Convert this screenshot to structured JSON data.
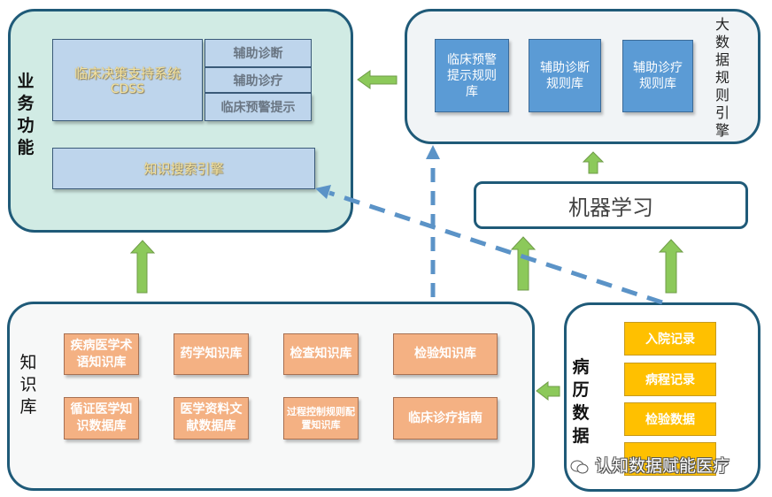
{
  "business": {
    "label": "业务功能",
    "label_chars": [
      "业",
      "务",
      "功",
      "能"
    ],
    "cdss": {
      "line1": "临床决策支持系统",
      "line2": "CDSS"
    },
    "cdss_functions": [
      "辅助诊断",
      "辅助诊疗",
      "临床预警提示"
    ],
    "search_engine": "知识搜索引擎"
  },
  "rules_engine": {
    "label_chars": [
      "大",
      "数",
      "据",
      "规",
      "则",
      "引",
      "擎"
    ],
    "label": "大数据规则引擎",
    "boxes": [
      {
        "lines": [
          "临床预警",
          "提示规则",
          "库"
        ]
      },
      {
        "lines": [
          "辅助诊断",
          "规则库"
        ]
      },
      {
        "lines": [
          "辅助诊疗",
          "规则库"
        ]
      }
    ]
  },
  "machine_learning": {
    "label": "机器学习"
  },
  "knowledge_base": {
    "label": "知识库",
    "label_chars": [
      "知",
      "识",
      "库"
    ],
    "items": [
      {
        "lines": [
          "疾病医学术",
          "语知识库"
        ]
      },
      {
        "lines": [
          "药学知识库"
        ]
      },
      {
        "lines": [
          "检查知识库"
        ]
      },
      {
        "lines": [
          "检验知识库"
        ]
      },
      {
        "lines": [
          "循证医学知",
          "识数据库"
        ]
      },
      {
        "lines": [
          "医学资料文",
          "献数据库"
        ]
      },
      {
        "lines": [
          "过程控制规则配",
          "置知识库"
        ]
      },
      {
        "lines": [
          "临床诊疗指南"
        ]
      }
    ]
  },
  "medical_records": {
    "label": "病历数据",
    "label_chars": [
      "病",
      "历",
      "数",
      "据"
    ],
    "items": [
      "入院记录",
      "病程记录",
      "检验数据",
      ""
    ]
  },
  "watermark": {
    "text": "认知数据赋能医疗"
  },
  "colors": {
    "panel_border": "#1f5a78",
    "business_bg": "#d1ebe4",
    "rules_bg": "#f1f4f6",
    "knowledge_bg": "#f7f8f8",
    "light_blue_box": "#bed5ec",
    "rule_box": "#5b9bd5",
    "knowledge_box": "#f4b183",
    "record_box": "#ffc000",
    "green_arrow": "#8cc95a",
    "dashed_arrow": "#5b93c7"
  }
}
